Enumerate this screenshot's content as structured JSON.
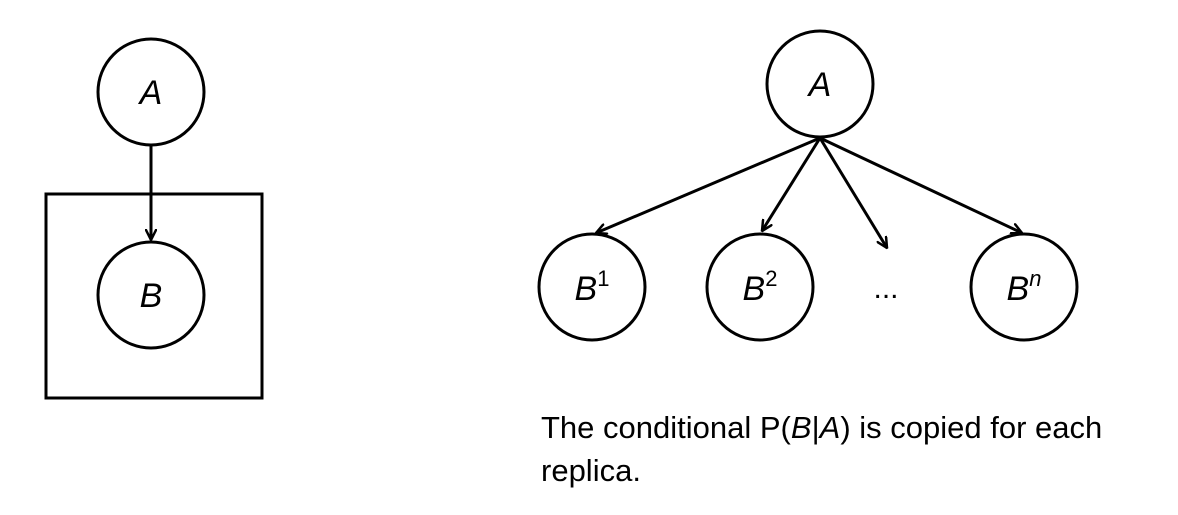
{
  "colors": {
    "stroke": "#000000",
    "background": "#ffffff"
  },
  "plate_diagram": {
    "parent_label": "A",
    "child_label": "B"
  },
  "unrolled_diagram": {
    "parent_label": "A",
    "children": [
      {
        "base": "B",
        "superscript": "1"
      },
      {
        "base": "B",
        "superscript": "2"
      },
      {
        "base": "B",
        "superscript": "n"
      }
    ],
    "ellipsis": "..."
  },
  "caption": {
    "before": "The conditional P(",
    "var1": "B",
    "separator": "|",
    "var2": "A",
    "after": ") is copied for each replica."
  }
}
